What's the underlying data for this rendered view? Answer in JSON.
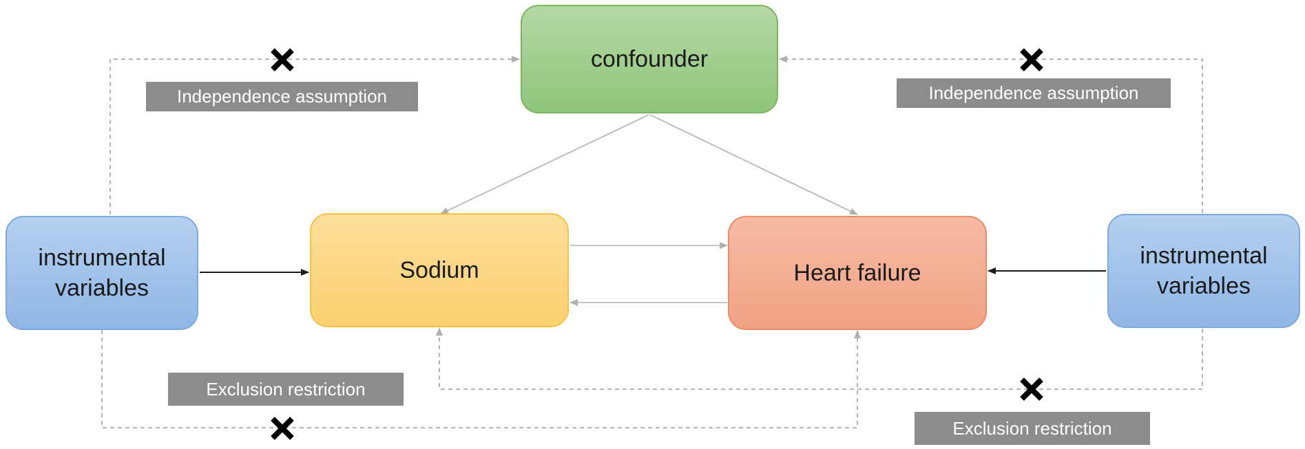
{
  "nodes": {
    "confounder": "confounder",
    "sodium": "Sodium",
    "heart_failure": "Heart failure",
    "iv_left": {
      "line1": "instrumental",
      "line2": "variables"
    },
    "iv_right": {
      "line1": "instrumental",
      "line2": "variables"
    }
  },
  "labels": {
    "independence_left": "Independence assumption",
    "independence_right": "Independence assumption",
    "exclusion_left": "Exclusion restriction",
    "exclusion_right": "Exclusion restriction"
  },
  "colors": {
    "confounder": "#a4d08f",
    "sodium": "#fcd884",
    "heart_failure": "#f3ae93",
    "instrumental_variables": "#a2c3ea",
    "label_background": "#8c8c8c",
    "arrow_solid": "#1a1a1a",
    "arrow_light": "#b5b5b5",
    "dashed_path": "#b5b5b5"
  },
  "icons": {
    "violated_marker": "cross-icon"
  }
}
